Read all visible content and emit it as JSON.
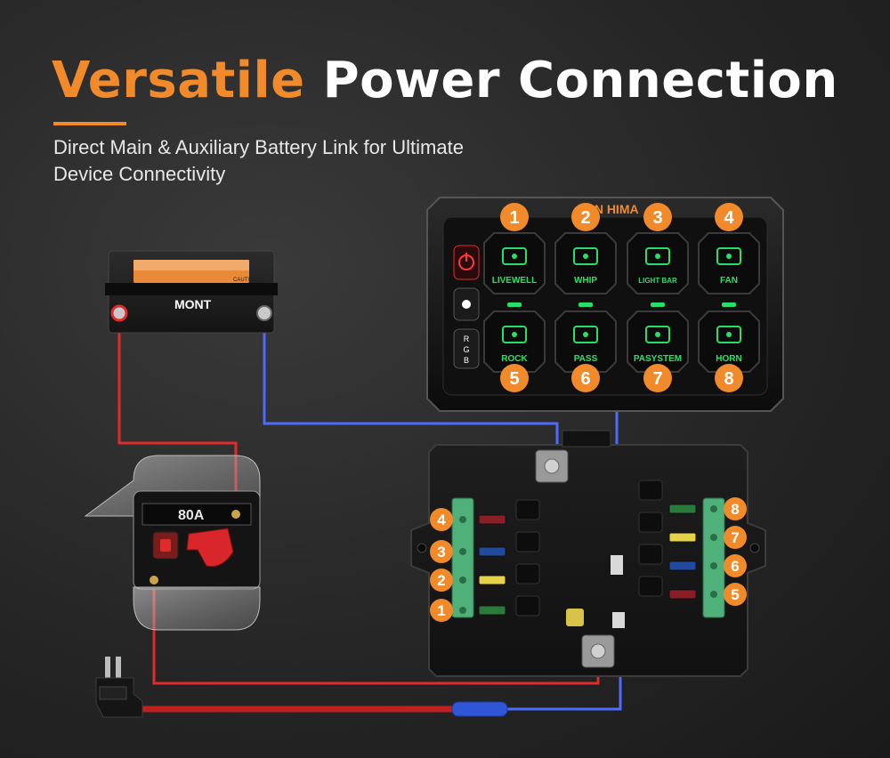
{
  "headline": {
    "highlight": "Versatile",
    "rest": "Power Connection"
  },
  "subtitle": {
    "line1": "Direct Main & Auxiliary Battery Link for Ultimate",
    "line2": "Device Connectivity"
  },
  "panel": {
    "brand": "SAN HIMA",
    "side_buttons": {
      "power_icon": "power-icon",
      "brightness_icon": "sun-icon",
      "rgb": [
        "R",
        "G",
        "B"
      ]
    },
    "switches_top": [
      {
        "num": "1",
        "label": "LIVEWELL",
        "icon": "fish-tank-icon"
      },
      {
        "num": "2",
        "label": "WHIP",
        "icon": "flag-icon"
      },
      {
        "num": "3",
        "label": "LIGHT BAR",
        "icon": "light-bar-icon"
      },
      {
        "num": "4",
        "label": "FAN",
        "icon": "fan-icon"
      }
    ],
    "switches_bottom": [
      {
        "num": "5",
        "label": "ROCK",
        "icon": "rock-light-icon"
      },
      {
        "num": "6",
        "label": "PASS",
        "icon": "seat-icon"
      },
      {
        "num": "7",
        "label": "PASYSTEM",
        "icon": "speaker-icon"
      },
      {
        "num": "8",
        "label": "HORN",
        "icon": "horn-icon"
      }
    ],
    "accent_color": "#27e06a",
    "badge_color": "#f08a2a"
  },
  "battery": {
    "brand": "MONT",
    "caution": "CAUTION"
  },
  "breaker": {
    "rating": "80A"
  },
  "fuse_box": {
    "left_terminals": [
      "4",
      "3",
      "2",
      "1"
    ],
    "right_terminals": [
      "8",
      "7",
      "6",
      "5"
    ],
    "left_fuse_colors": [
      "#8a1e26",
      "#1f4a9e",
      "#e6d24a",
      "#2a7a3c"
    ],
    "right_fuse_colors": [
      "#2a7a3c",
      "#e6d24a",
      "#1f4a9e",
      "#8a1e26"
    ]
  },
  "wire_colors": {
    "positive": "#e02b2b",
    "negative": "#4f6bff"
  }
}
